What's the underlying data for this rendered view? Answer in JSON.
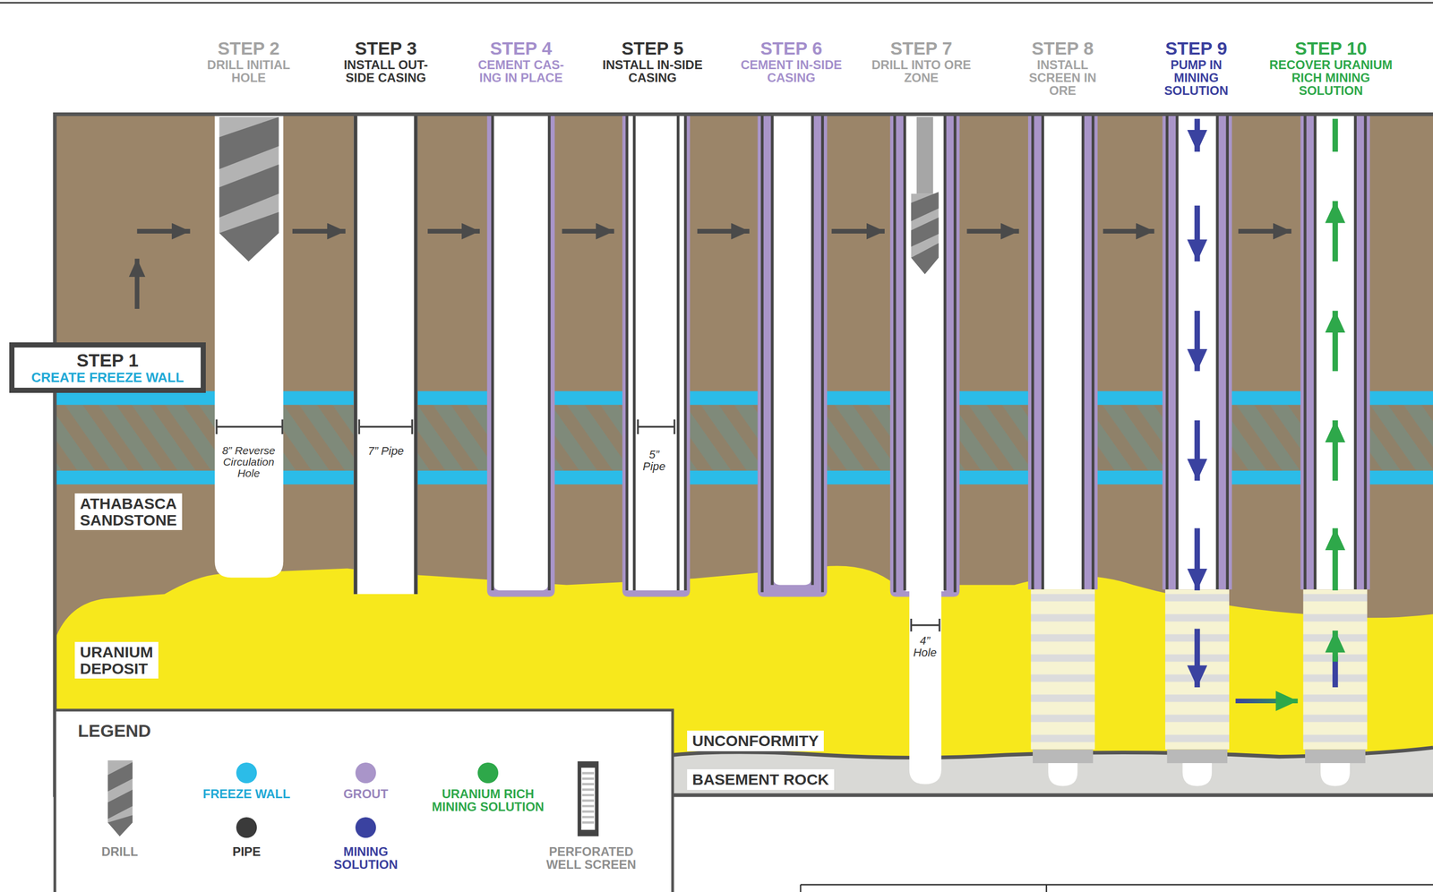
{
  "diagram": {
    "nodes": [
      {
        "text": [
          "STEP 1",
          "CREATE FREEZE WALL"
        ]
      },
      {
        "text": [
          "ATHABASCA SANDSTONE"
        ]
      },
      {
        "text": [
          "URANIUM DEPOSIT"
        ]
      },
      {
        "text": [
          "UNCONFORMITY"
        ]
      },
      {
        "text": [
          "BASEMENT ROCK"
        ]
      }
    ],
    "labels": [
      "STEP 2",
      "DRILL INITIAL HOLE",
      "STEP 3",
      "INSTALL OUT-SIDE CASING",
      "STEP 4",
      "CEMENT CAS-ING IN PLACE",
      "STEP 5",
      "INSTALL IN-SIDE CASING",
      "STEP 6",
      "CEMENT IN-SIDE CASING",
      "STEP 7",
      "DRILL INTO ORE ZONE",
      "STEP 8",
      "INSTALL SCREEN IN ORE",
      "STEP 9",
      "PUMP IN MINING SOLUTION",
      "STEP 10",
      "RECOVER URANIUM RICH MINING SOLUTION",
      "8” Reverse Circulation Hole",
      "7” Pipe",
      "5” Pipe",
      "4” Hole",
      "LEGEND"
    ],
    "legend": [
      {
        "text": "DRILL"
      },
      {
        "text": "FREEZE WALL",
        "color": "#2bbce8"
      },
      {
        "text": "PIPE",
        "color": "#3a3a3a"
      },
      {
        "text": "GROUT",
        "color": "#a995c9"
      },
      {
        "text": "MINING SOLUTION",
        "color": "#3a42a0"
      },
      {
        "text": "URANIUM RICH MINING SOLUTION",
        "color": "#2ea84a"
      },
      {
        "text": "PERFORATED WELL SCREEN"
      }
    ]
  }
}
